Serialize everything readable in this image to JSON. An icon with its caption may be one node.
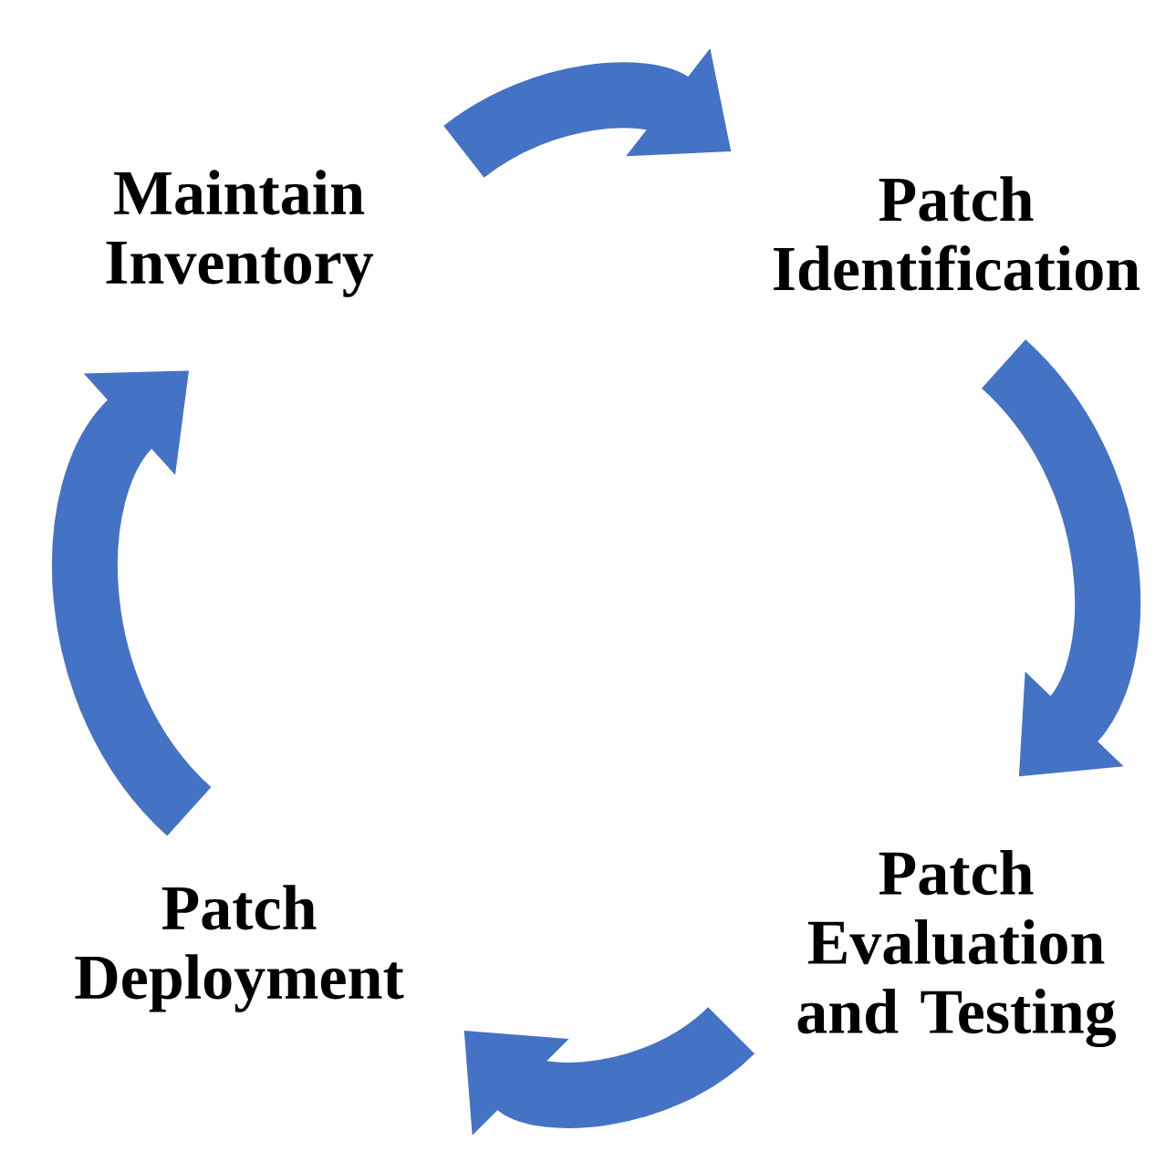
{
  "diagram": {
    "nodes": [
      {
        "text": [
          "Maintain Inventory"
        ]
      },
      {
        "text": [
          "Patch Identification"
        ]
      },
      {
        "text": [
          "Patch Evaluation and Testing"
        ]
      },
      {
        "text": [
          "Patch Deployment"
        ]
      }
    ],
    "edges": [
      {
        "from": 0,
        "to": 1,
        "arrow": "to"
      },
      {
        "from": 1,
        "to": 2,
        "arrow": "to"
      },
      {
        "from": 2,
        "to": 3,
        "arrow": "to"
      },
      {
        "from": 3,
        "to": 0,
        "arrow": "to"
      }
    ]
  }
}
